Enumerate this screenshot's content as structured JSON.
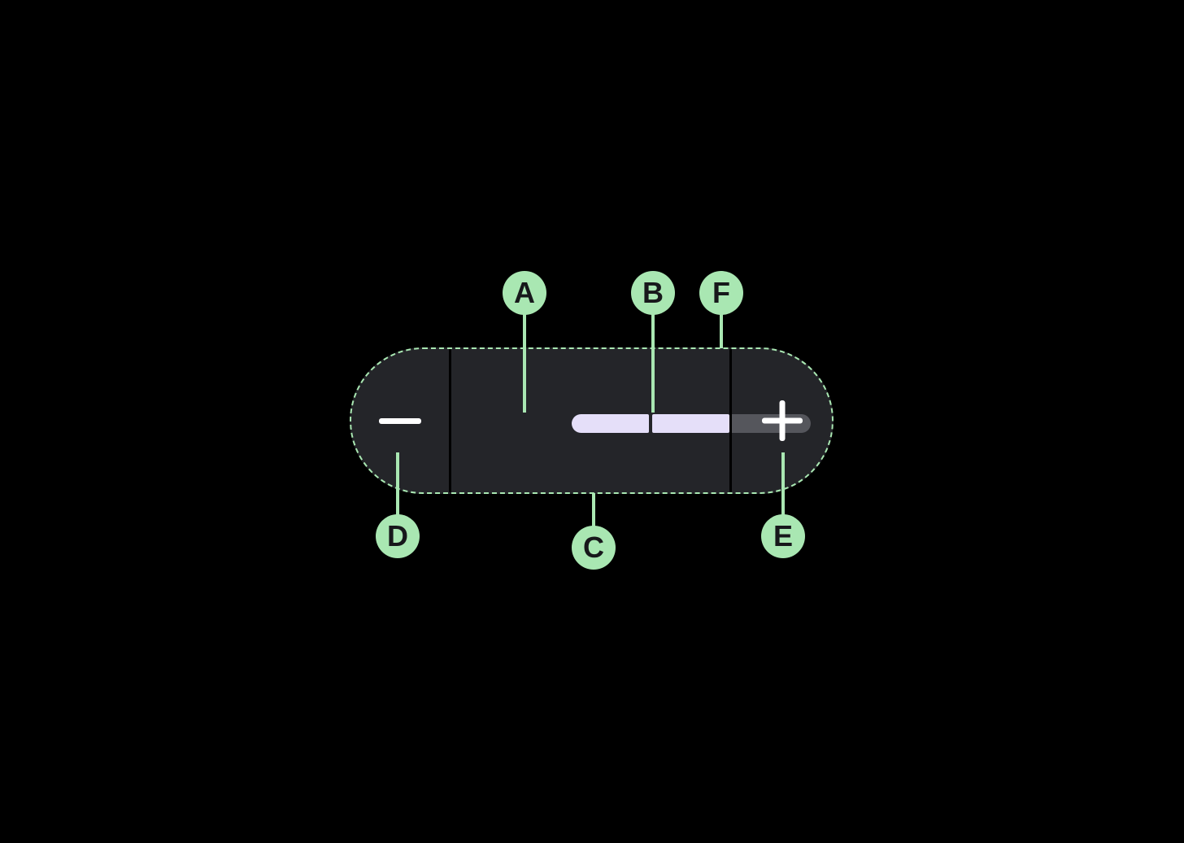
{
  "colors": {
    "background": "#000000",
    "accent_green": "#a9e7b2",
    "pill_background": "#242529",
    "divider": "#000000",
    "bar_fill": "#e5dff9",
    "bar_track": "#55565c",
    "glyph_white": "#ffffff",
    "label_text": "#17181b"
  },
  "stepper": {
    "minus_icon": "minus",
    "plus_icon": "plus",
    "segments_total": 3,
    "segments_filled": 2
  },
  "callouts": [
    {
      "letter": "A"
    },
    {
      "letter": "B"
    },
    {
      "letter": "C"
    },
    {
      "letter": "D"
    },
    {
      "letter": "E"
    },
    {
      "letter": "F"
    }
  ]
}
